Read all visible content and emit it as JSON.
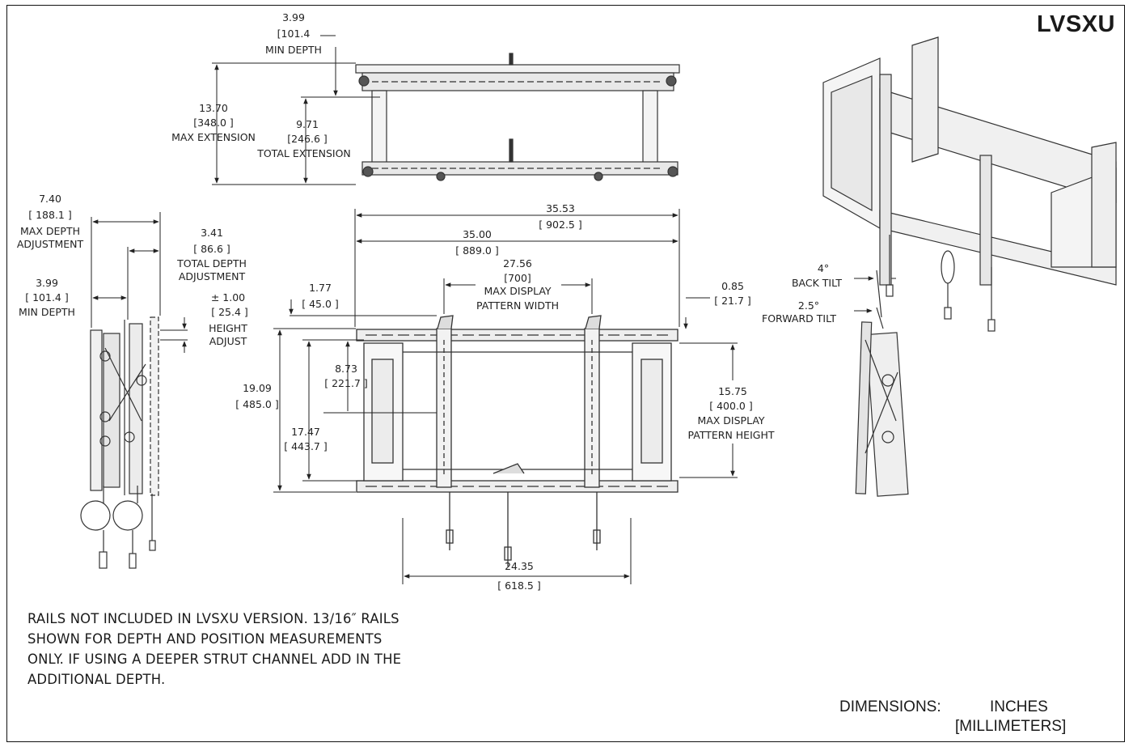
{
  "title": "LVSXU",
  "top_view": {
    "min_depth": {
      "in": "3.99",
      "mm": "[101.4",
      "label": "MIN DEPTH"
    },
    "max_extension": {
      "in": "13.70",
      "mm": "[348.0 ]",
      "label": "MAX EXTENSION"
    },
    "total_extension": {
      "in": "9.71",
      "mm": "[246.6 ]",
      "label": "TOTAL EXTENSION"
    }
  },
  "side_view": {
    "max_depth_adjustment": {
      "in": "7.40",
      "mm": "[ 188.1 ]",
      "label1": "MAX DEPTH",
      "label2": "ADJUSTMENT"
    },
    "total_depth_adjustment": {
      "in": "3.41",
      "mm": "[ 86.6 ]",
      "label1": "TOTAL DEPTH",
      "label2": "ADJUSTMENT"
    },
    "min_depth": {
      "in": "3.99",
      "mm": "[ 101.4 ]",
      "label": "MIN DEPTH"
    },
    "height_adjust": {
      "in": "± 1.00",
      "mm": "[ 25.4 ]",
      "label1": "HEIGHT",
      "label2": "ADJUST"
    }
  },
  "front_view": {
    "overall_width": {
      "in": "35.53",
      "mm": "[ 902.5 ]"
    },
    "rail_width": {
      "in": "35.00",
      "mm": "[ 889.0 ]"
    },
    "max_display_pattern_width": {
      "in": "27.56",
      "mm": "[700]",
      "label1": "MAX DISPLAY",
      "label2": "PATTERN WIDTH"
    },
    "left_offset": {
      "in": "1.77",
      "mm": "[ 45.0 ]"
    },
    "right_offset": {
      "in": "0.85",
      "mm": "[ 21.7 ]"
    },
    "upper_height": {
      "in": "8.73",
      "mm": "[ 221.7 ]"
    },
    "overall_height": {
      "in": "19.09",
      "mm": "[ 485.0 ]"
    },
    "frame_height": {
      "in": "17.47",
      "mm": "[ 443.7 ]"
    },
    "max_display_pattern_height": {
      "in": "15.75",
      "mm": "[ 400.0 ]",
      "label1": "MAX DISPLAY",
      "label2": "PATTERN HEIGHT"
    },
    "bottom_width": {
      "in": "24.35",
      "mm": "[ 618.5 ]"
    }
  },
  "tilt_view": {
    "back_tilt": {
      "value": "4°",
      "label": "BACK TILT"
    },
    "forward_tilt": {
      "value": "2.5°",
      "label": "FORWARD TILT"
    }
  },
  "note": [
    "RAILS NOT INCLUDED IN LVSXU VERSION. 13/16″ RAILS",
    "SHOWN FOR DEPTH AND POSITION MEASUREMENTS",
    "ONLY. IF USING A DEEPER STRUT CHANNEL ADD IN THE",
    "ADDITIONAL DEPTH."
  ],
  "units": {
    "label": "DIMENSIONS:",
    "primary": "INCHES",
    "secondary": "[MILLIMETERS]"
  }
}
